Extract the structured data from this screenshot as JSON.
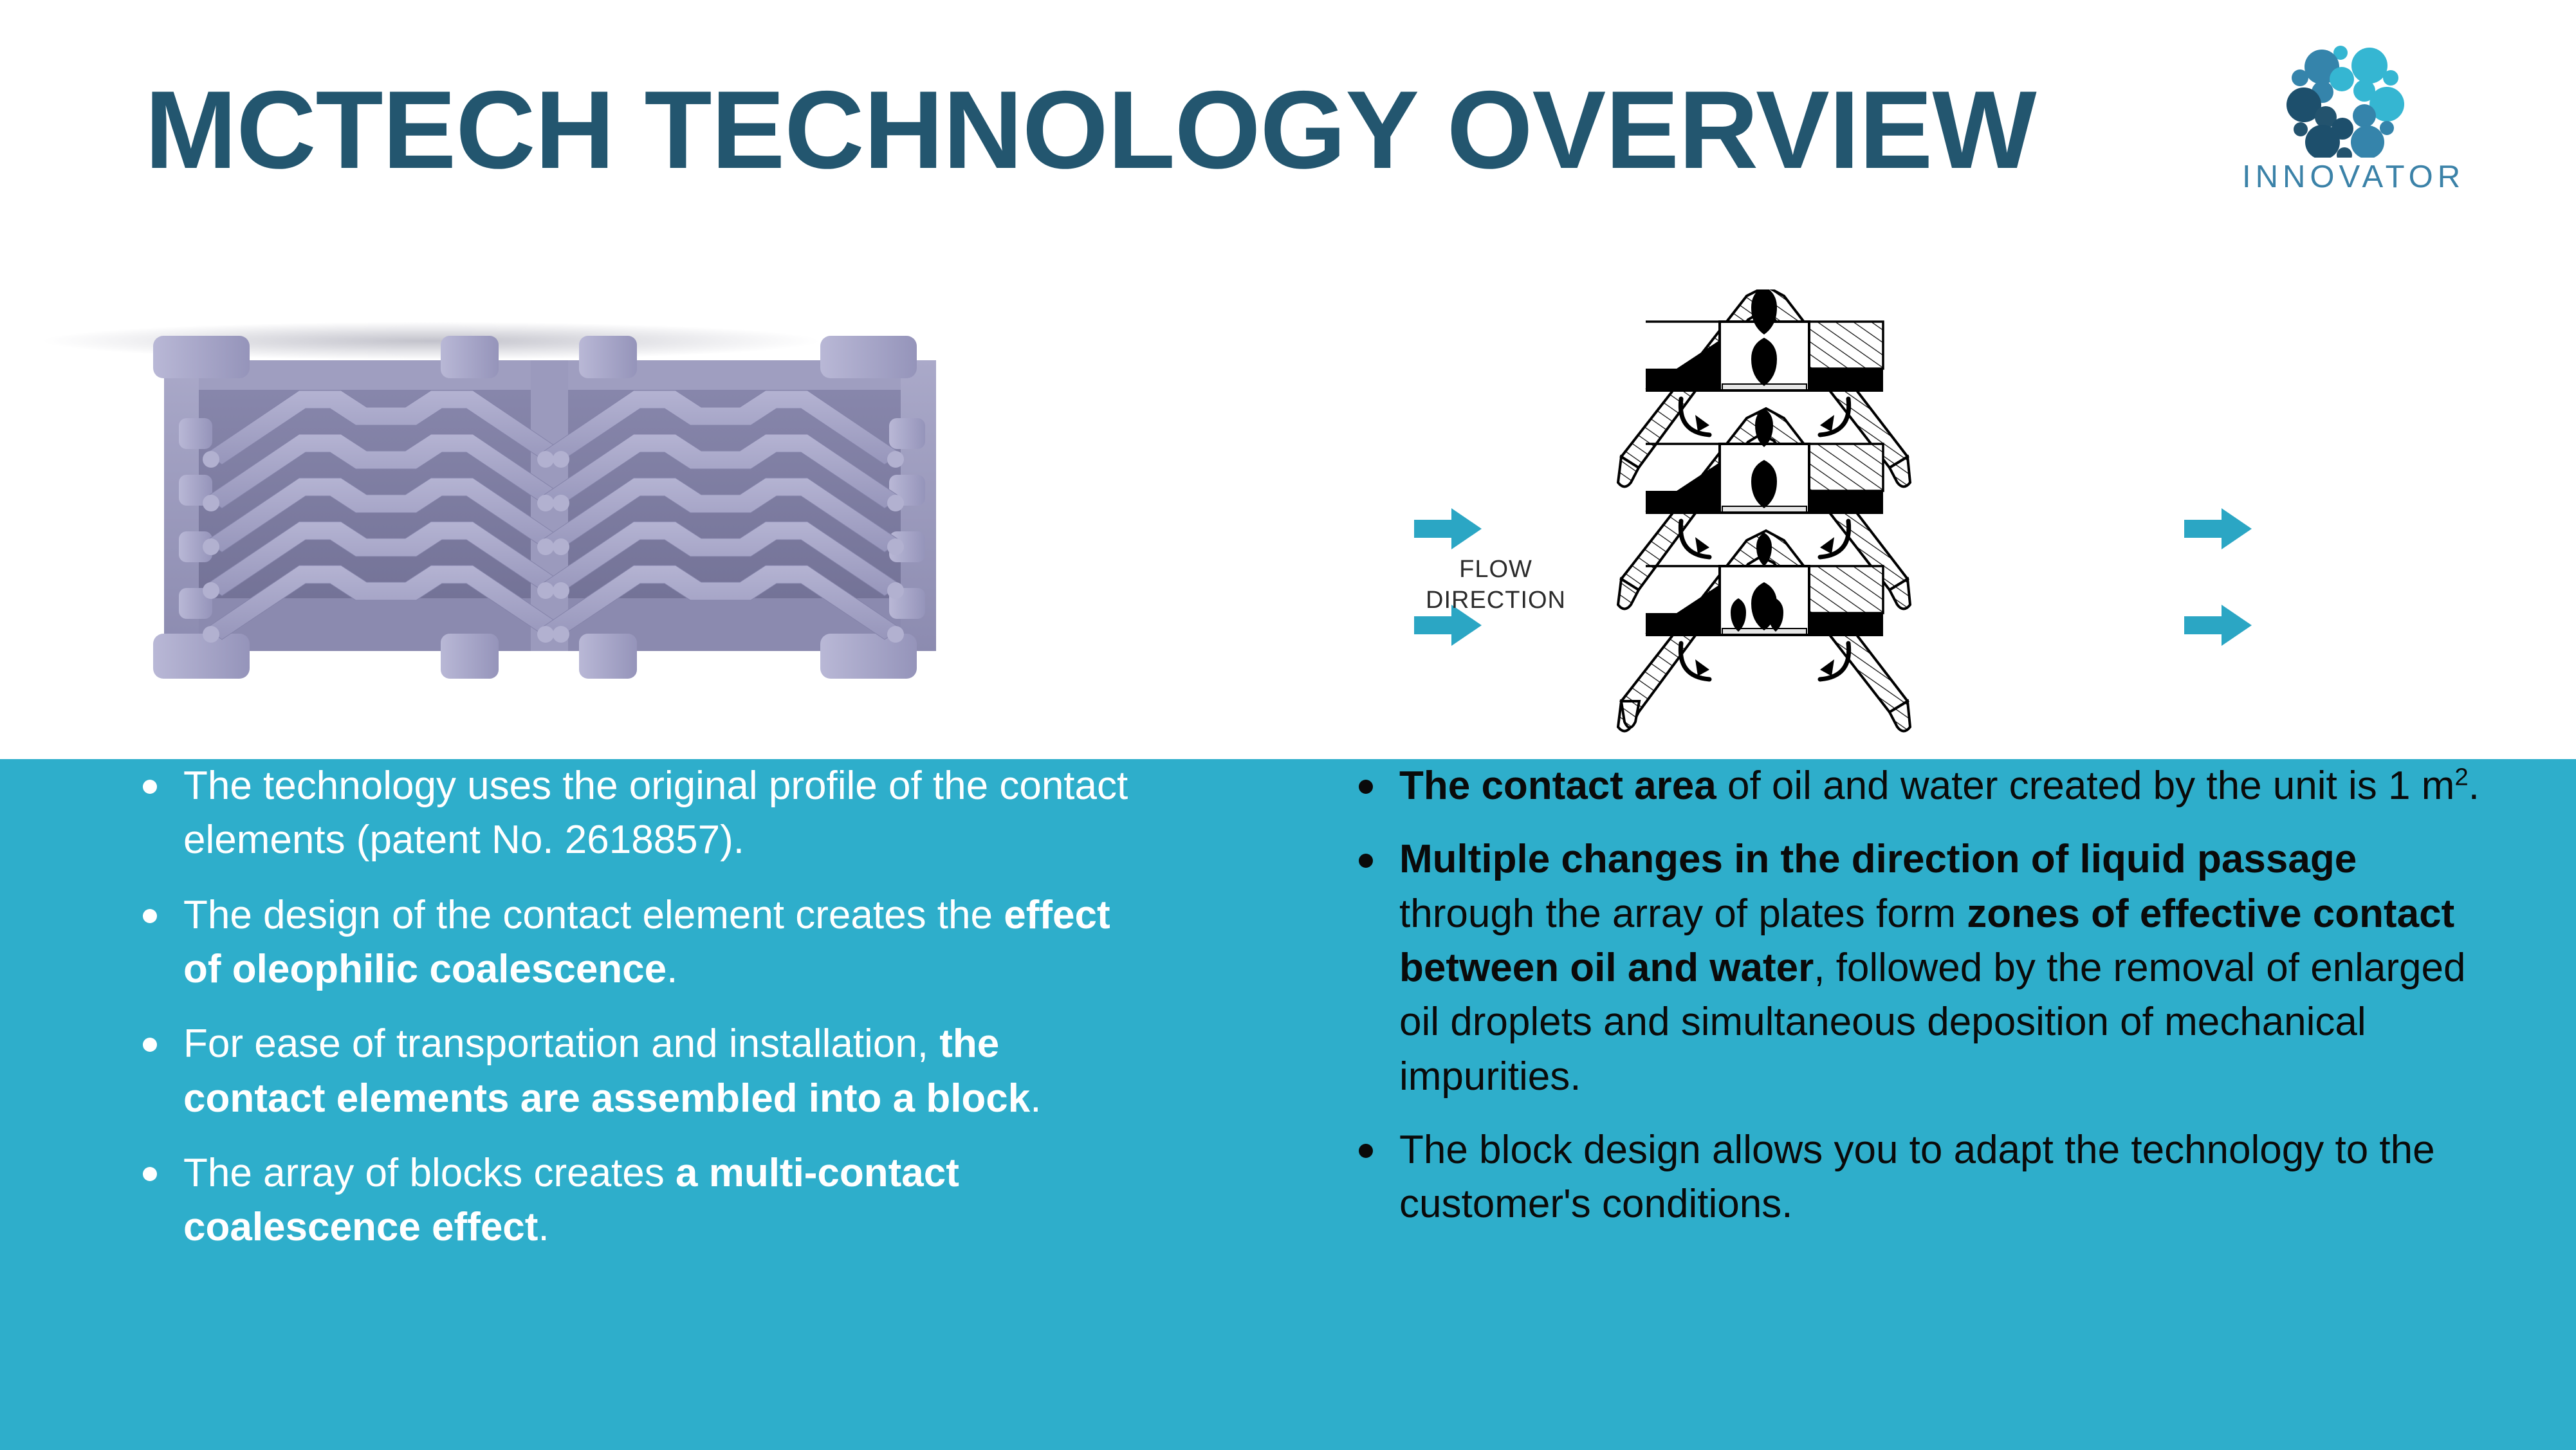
{
  "header": {
    "title": "MCTECH TECHNOLOGY OVERVIEW",
    "title_color": "#23566f",
    "background": "#ffffff"
  },
  "logo": {
    "wordmark": "INNOVATOR",
    "wordmark_color": "#3b82a8",
    "mark_name": "dot-cluster-logo",
    "mark_colors": [
      "#1d4f6c",
      "#2f7ba3",
      "#3c97bd",
      "#35b6d2",
      "#2aa8c6"
    ]
  },
  "figures": {
    "product_photo": {
      "name": "mctech-contact-element-block-photo",
      "description": "3D printed block of stacked chevron contact plates",
      "material_color": "#9a99bd",
      "plate_rows": 5,
      "stacks": 2
    },
    "schematic": {
      "name": "flow-direction-cross-section-diagram",
      "flow_label_line1": "FLOW",
      "flow_label_line2": "DIRECTION",
      "arrow_color": "#2ba6c4",
      "inlet_arrows": 2,
      "outlet_arrows": 2,
      "chevron_units": 3,
      "line_color": "#000000"
    }
  },
  "body": {
    "background": "#2eaecb",
    "left_column": {
      "text_color": "#ffffff",
      "bullets": [
        [
          {
            "t": "The technology uses the original profile of the contact elements (patent No. 2618857).",
            "b": false
          }
        ],
        [
          {
            "t": "The design of the contact element creates the ",
            "b": false
          },
          {
            "t": "effect of oleophilic coalescence",
            "b": true
          },
          {
            "t": ".",
            "b": false
          }
        ],
        [
          {
            "t": "For ease of transportation and installation, ",
            "b": false
          },
          {
            "t": "the contact elements are assembled into a block",
            "b": true
          },
          {
            "t": ".",
            "b": false
          }
        ],
        [
          {
            "t": "The array of blocks creates ",
            "b": false
          },
          {
            "t": "a multi-contact coalescence effect",
            "b": true
          },
          {
            "t": ".",
            "b": false
          }
        ]
      ]
    },
    "right_column": {
      "text_color": "#0a0a0a",
      "bullets": [
        [
          {
            "t": "The contact area",
            "b": true
          },
          {
            "t": " of oil and water created by the unit is 1 m",
            "b": false
          },
          {
            "t": "2",
            "b": false,
            "sup": true
          },
          {
            "t": ".",
            "b": false
          }
        ],
        [
          {
            "t": "Multiple changes in the direction of liquid passage",
            "b": true
          },
          {
            "t": " through the array of plates form ",
            "b": false
          },
          {
            "t": "zones of effective contact between oil and water",
            "b": true
          },
          {
            "t": ", followed by the removal of enlarged oil droplets   and simultaneous deposition of mechanical impurities.",
            "b": false
          }
        ],
        [
          {
            "t": "The block design allows you to adapt the technology to the customer's conditions.",
            "b": false
          }
        ]
      ]
    }
  }
}
